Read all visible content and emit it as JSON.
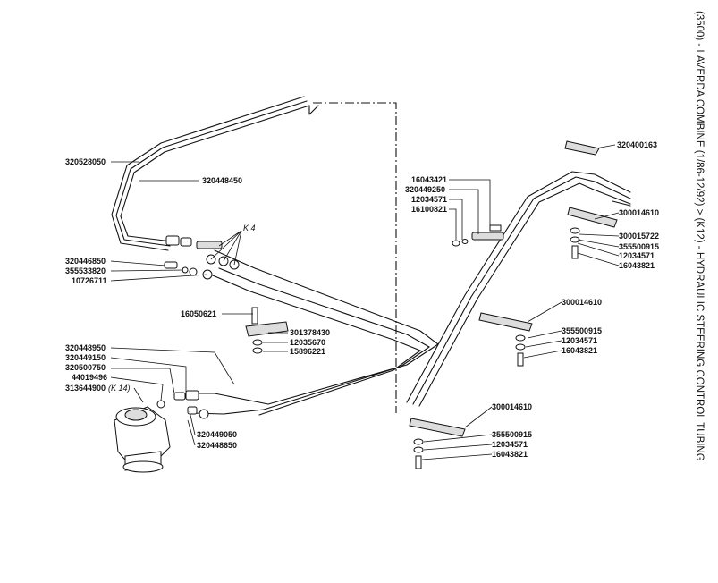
{
  "title": "(3500) - LAVERDA COMBINE (1/86-12/92) > (K12) - HYDRAULIC STEERING CONTROL TUBING",
  "group_labels": {
    "k4": "K 4",
    "k14": "(K 14)"
  },
  "parts": {
    "p320528050": "320528050",
    "p320448450": "320448450",
    "p320446850": "320446850",
    "p355533820": "355533820",
    "p10726711": "10726711",
    "p16050621": "16050621",
    "p301378430": "301378430",
    "p12035670": "12035670",
    "p15896221": "15896221",
    "p320448950": "320448950",
    "p320449150": "320449150",
    "p320500750": "320500750",
    "p44019496": "44019496",
    "p313644900": "313644900",
    "p320449050": "320449050",
    "p320448650": "320448650",
    "p16043421": "16043421",
    "p320449250": "320449250",
    "p12034571a": "12034571",
    "p16100821": "16100821",
    "p320400163": "320400163",
    "p300014610a": "300014610",
    "p300015722": "300015722",
    "p355500915a": "355500915",
    "p12034571b": "12034571",
    "p16043821a": "16043821",
    "p300014610b": "300014610",
    "p355500915b": "355500915",
    "p12034571c": "12034571",
    "p16043821b": "16043821",
    "p300014610c": "300014610",
    "p355500915c": "355500915",
    "p12034571d": "12034571",
    "p16043821c": "16043821"
  }
}
